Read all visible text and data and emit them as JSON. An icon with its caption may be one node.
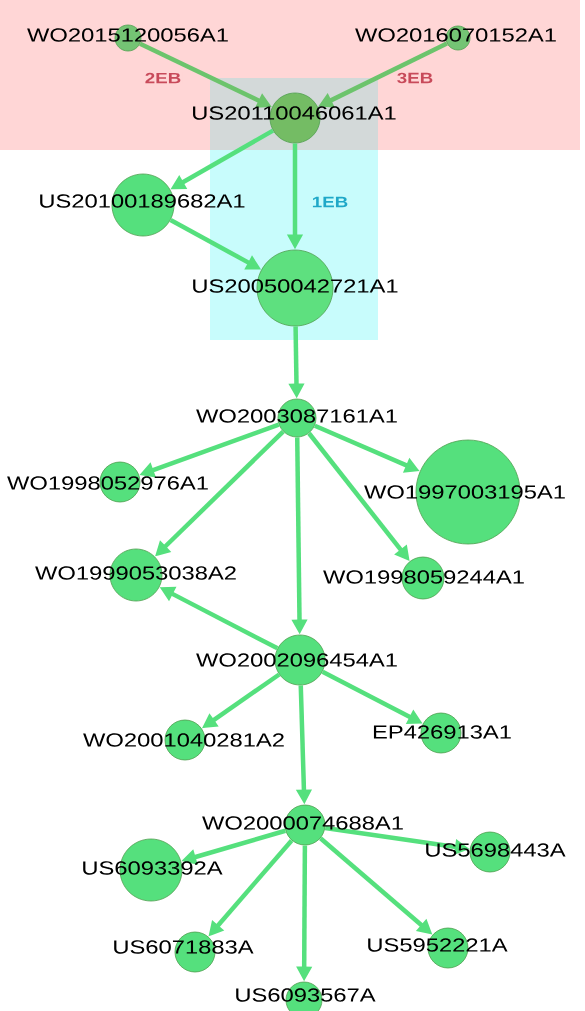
{
  "diagram": {
    "nodes": [
      {
        "text": [
          "WO2015120056A1"
        ]
      },
      {
        "text": [
          "WO2016070152A1"
        ]
      },
      {
        "text": [
          "US20110046061A1"
        ]
      },
      {
        "text": [
          "US20100189682A1"
        ]
      },
      {
        "text": [
          "US20050042721A1"
        ]
      },
      {
        "text": [
          "WO2003087161A1"
        ]
      },
      {
        "text": [
          "WO1998052976A1"
        ]
      },
      {
        "text": [
          "WO1997003195A1"
        ]
      },
      {
        "text": [
          "WO1999053038A2"
        ]
      },
      {
        "text": [
          "WO1998059244A1"
        ]
      },
      {
        "text": [
          "WO2002096454A1"
        ]
      },
      {
        "text": [
          "WO2001040281A2"
        ]
      },
      {
        "text": [
          "EP426913A1"
        ]
      },
      {
        "text": [
          "WO2000074688A1"
        ]
      },
      {
        "text": [
          "US6093392A"
        ]
      },
      {
        "text": [
          "US5698443A"
        ]
      },
      {
        "text": [
          "US6071883A"
        ]
      },
      {
        "text": [
          "US5952221A"
        ]
      },
      {
        "text": [
          "US6093567A"
        ]
      }
    ],
    "edges": [
      {
        "from": 0,
        "to": 2,
        "arrow": "to",
        "label": "2EB",
        "color": "#6cc46c"
      },
      {
        "from": 1,
        "to": 2,
        "arrow": "to",
        "label": "3EB",
        "color": "#6cc46c"
      },
      {
        "from": 2,
        "to": 3,
        "arrow": "to"
      },
      {
        "from": 2,
        "to": 4,
        "arrow": "to",
        "label": "1EB"
      },
      {
        "from": 3,
        "to": 4,
        "arrow": "to"
      },
      {
        "from": 4,
        "to": 5,
        "arrow": "to"
      },
      {
        "from": 5,
        "to": 6,
        "arrow": "to"
      },
      {
        "from": 5,
        "to": 7,
        "arrow": "to"
      },
      {
        "from": 5,
        "to": 8,
        "arrow": "to"
      },
      {
        "from": 5,
        "to": 9,
        "arrow": "to"
      },
      {
        "from": 5,
        "to": 10,
        "arrow": "to"
      },
      {
        "from": 10,
        "to": 8,
        "arrow": "to"
      },
      {
        "from": 10,
        "to": 11,
        "arrow": "to"
      },
      {
        "from": 10,
        "to": 12,
        "arrow": "to"
      },
      {
        "from": 10,
        "to": 13,
        "arrow": "to"
      },
      {
        "from": 13,
        "to": 14,
        "arrow": "to"
      },
      {
        "from": 13,
        "to": 15,
        "arrow": "to"
      },
      {
        "from": 13,
        "to": 16,
        "arrow": "to"
      },
      {
        "from": 13,
        "to": 17,
        "arrow": "to"
      },
      {
        "from": 13,
        "to": 18,
        "arrow": "to"
      }
    ]
  }
}
